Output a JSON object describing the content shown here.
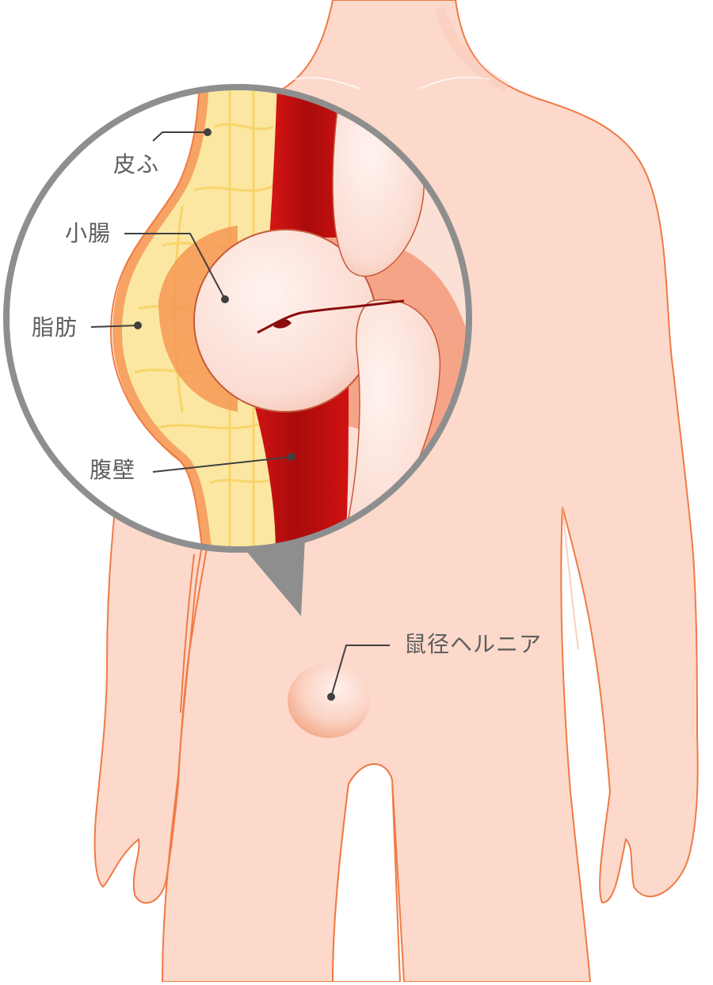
{
  "diagram": {
    "title": "鼠径ヘルニア",
    "labels": {
      "skin": "皮ふ",
      "small_intestine": "小腸",
      "fat": "脂肪",
      "abdominal_wall": "腹壁",
      "inguinal_hernia": "鼠径ヘルニア"
    },
    "colors": {
      "skin_fill": "#fcd9cb",
      "outline": "#f07a45",
      "fat": "#fbe7a2",
      "fat_lines": "#f8d365",
      "muscle": "#cc1010",
      "muscle_dark": "#a80b0b",
      "intestine": "#fbe0d8",
      "magnifier_ring": "#8e8e8e",
      "label_text": "#5e5e5e",
      "leader_line": "#404040"
    }
  }
}
